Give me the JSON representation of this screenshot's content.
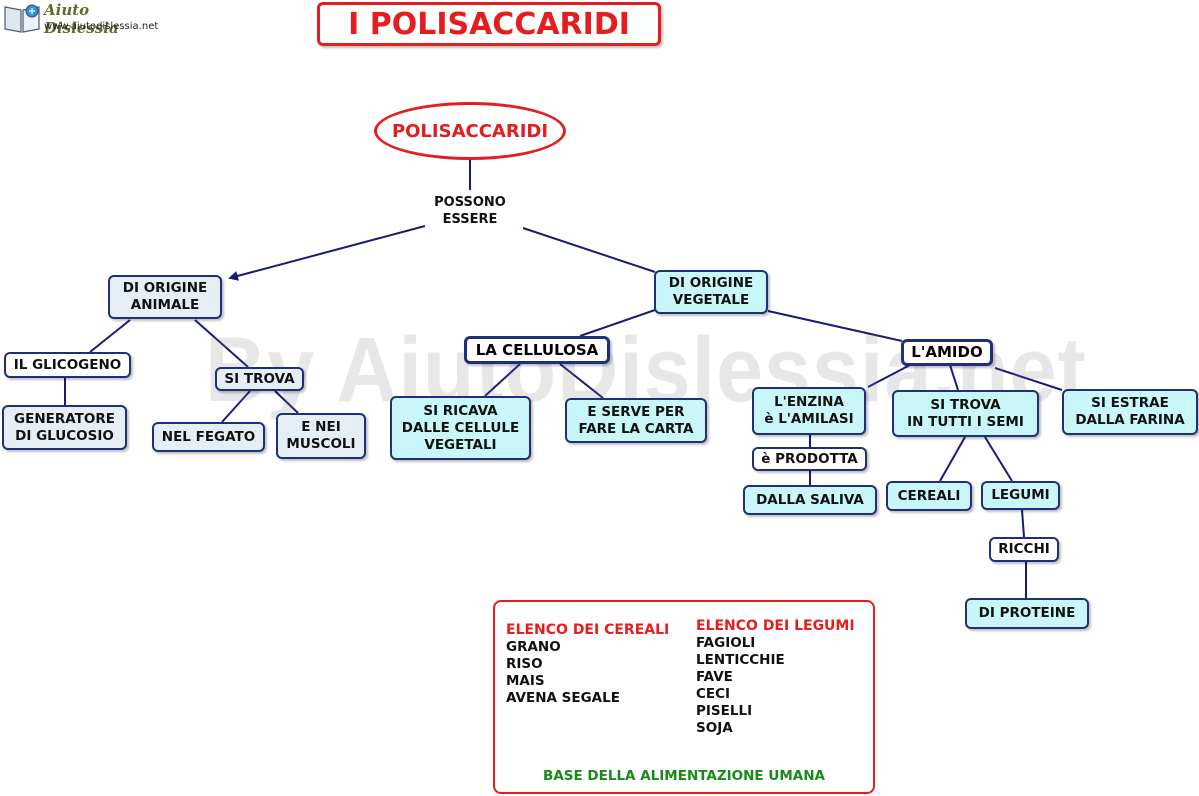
{
  "logo": {
    "name": "Aiuto Dislessia",
    "url": "www.aiutodislessia.net"
  },
  "title": "I POLISACCARIDI",
  "watermark": "By AiutoDislessia.net",
  "root": "POLISACCARIDI",
  "links": {
    "possono_essere": "POSSONO\nESSERE"
  },
  "nodes": {
    "origine_animale": "DI ORIGINE\nANIMALE",
    "origine_vegetale": "DI ORIGINE\nVEGETALE",
    "glicogeno": "IL GLICOGENO",
    "generatore": "GENERATORE\nDI GLUCOSIO",
    "si_trova": "SI TROVA",
    "fegato": "NEL FEGATO",
    "muscoli": "E NEI\nMUSCOLI",
    "cellulosa": "LA CELLULOSA",
    "si_ricava": "SI RICAVA\nDALLE CELLULE\nVEGETALI",
    "carta": "E SERVE PER\nFARE LA CARTA",
    "amido": "L'AMIDO",
    "enzina": "L'ENZINA\nè L'AMILASI",
    "prodotta": "è PRODOTTA",
    "saliva": "DALLA SALIVA",
    "semi": "SI TROVA\nIN TUTTI I SEMI",
    "farina": "SI ESTRAE\nDALLA FARINA",
    "cereali": "CEREALI",
    "legumi": "LEGUMI",
    "ricchi": "RICCHI",
    "proteine": "DI PROTEINE"
  },
  "lists": {
    "cereali_title": "ELENCO DEI CEREALI",
    "cereali": [
      "GRANO",
      "RISO",
      "MAIS",
      "AVENA SEGALE"
    ],
    "legumi_title": "ELENCO DEI LEGUMI",
    "legumi": [
      "FAGIOLI",
      "LENTICCHIE",
      "FAVE",
      "CECI",
      "PISELLI",
      "SOJA"
    ],
    "footer": "BASE DELLA ALIMENTAZIONE UMANA"
  },
  "colors": {
    "accent_red": "#e41e1e",
    "line": "#1a1a7a",
    "node_border": "#1f2f7a",
    "animal_fill": "#e6eef5",
    "vegetal_fill": "#c9f6f8",
    "footer_green": "#178a17"
  }
}
